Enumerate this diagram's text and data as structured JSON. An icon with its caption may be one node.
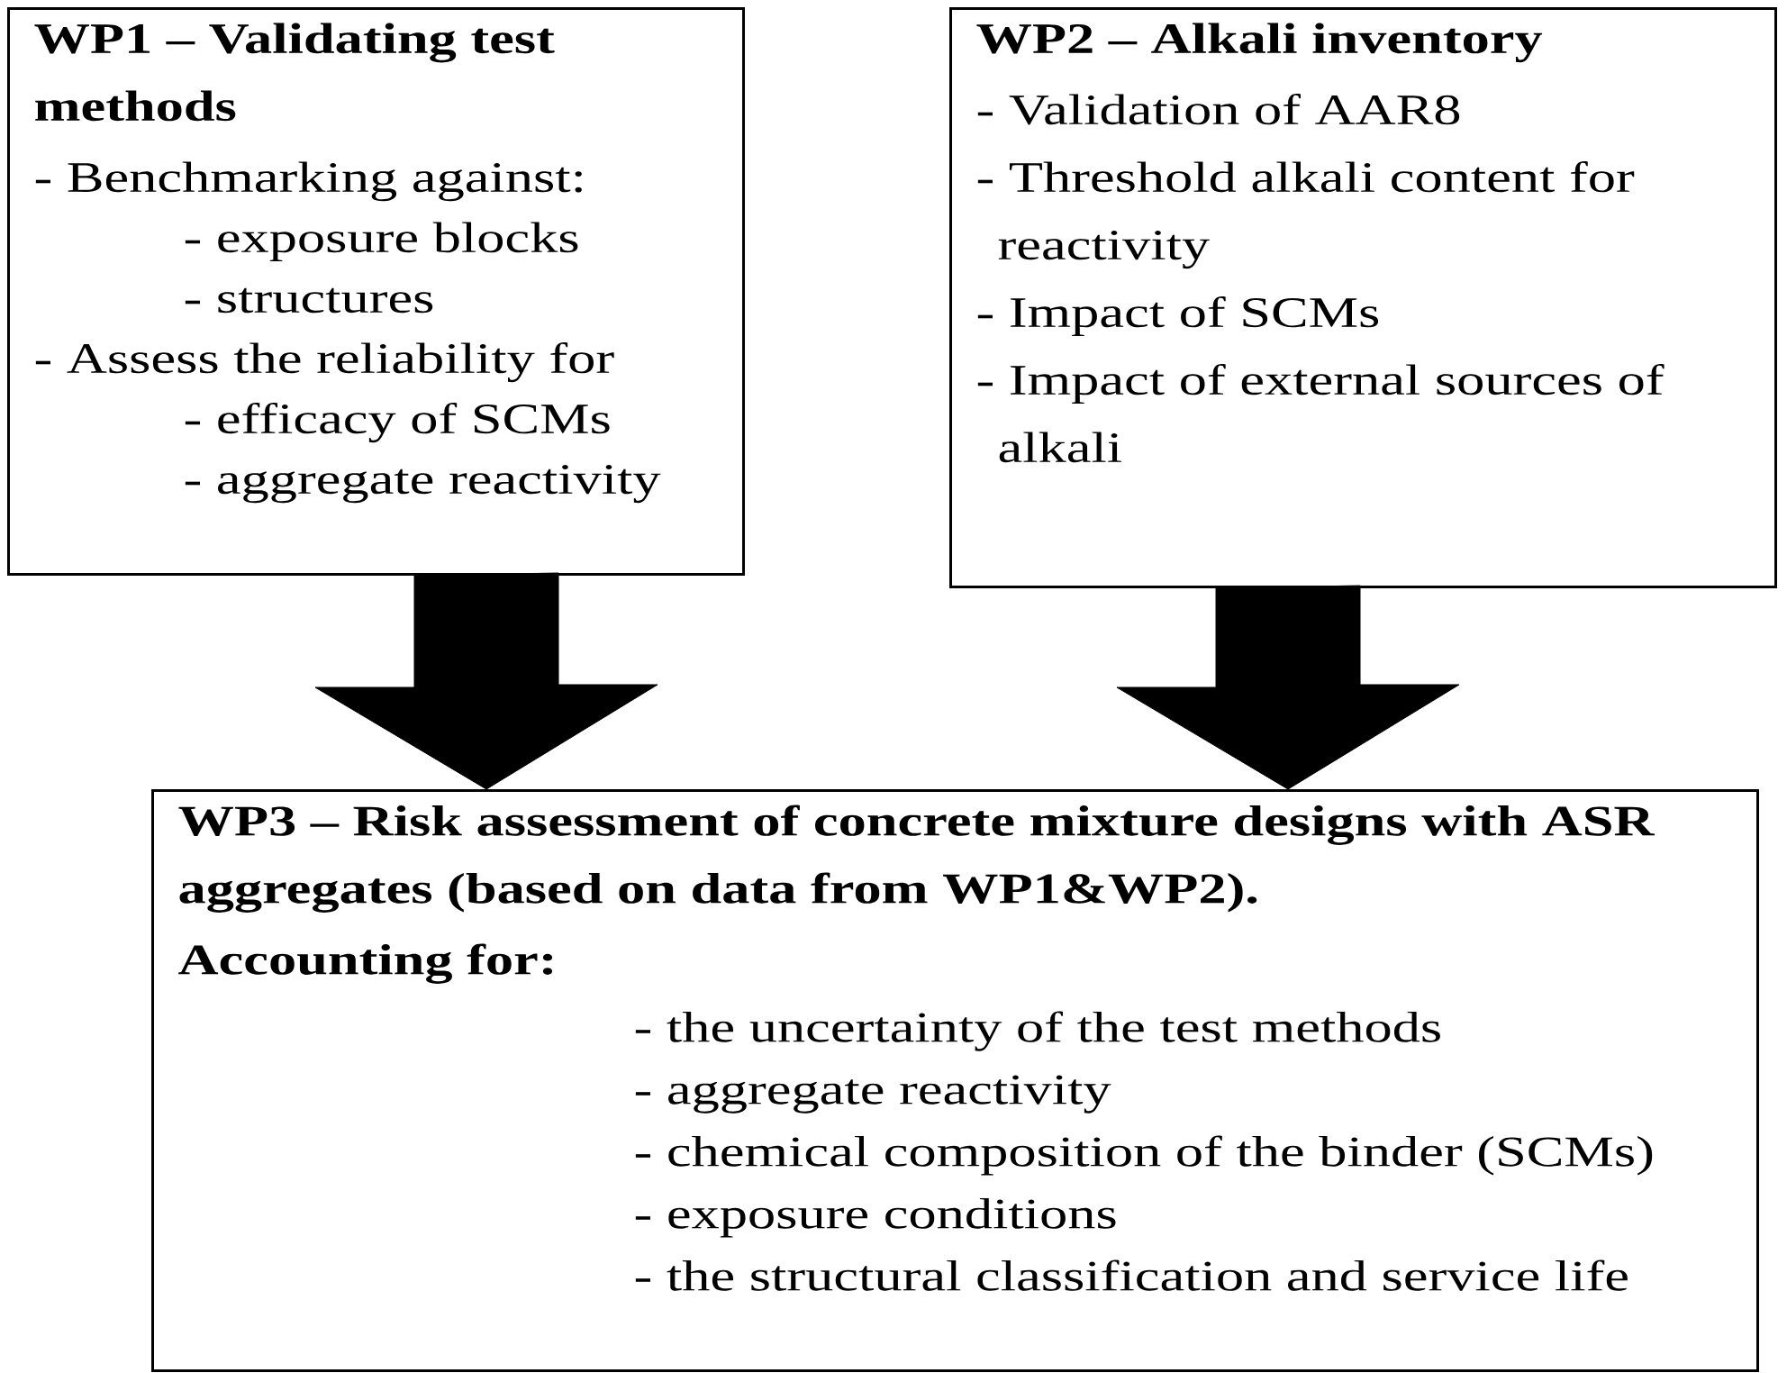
{
  "diagram": {
    "nodes": [
      {
        "text": [
          "WP1 – Validating test methods",
          "- Benchmarking against:",
          "- exposure blocks",
          "- structures",
          "- Assess the reliability for",
          "- efficacy of SCMs",
          "- aggregate reactivity"
        ]
      },
      {
        "text": [
          "WP2 – Alkali inventory",
          "- Validation of AAR8",
          "- Threshold alkali content for reactivity",
          "- Impact of SCMs",
          "- Impact of external sources of alkali"
        ]
      },
      {
        "text": [
          "WP3 – Risk assessment of concrete mixture designs with ASR aggregates (based on data from WP1&WP2).",
          "Accounting for:",
          "- the uncertainty of the test methods",
          "- aggregate reactivity",
          "- chemical composition of the binder (SCMs)",
          "- exposure conditions",
          "- the structural classification and service life"
        ]
      }
    ],
    "edges": [
      {
        "from": 0,
        "to": 2,
        "arrow": "to",
        "style": "thick"
      },
      {
        "from": 1,
        "to": 2,
        "arrow": "to",
        "style": "thick"
      }
    ]
  }
}
